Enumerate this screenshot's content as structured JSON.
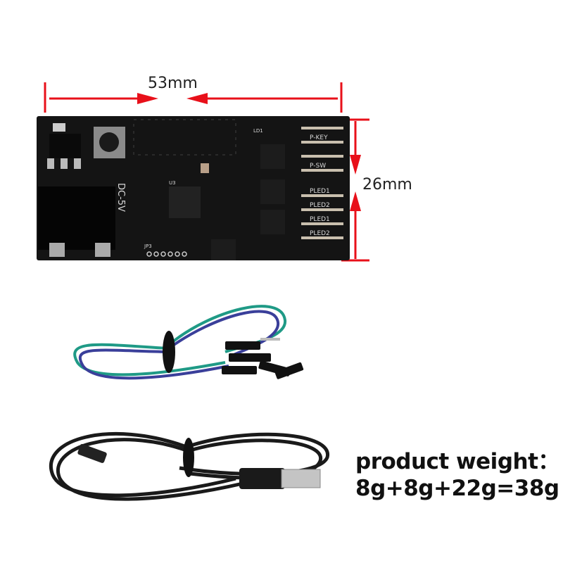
{
  "dimensions": {
    "width_label": "53mm",
    "height_label": "26mm",
    "arrow_color": "#e8101a"
  },
  "board": {
    "color": "#111111",
    "silkscreen": {
      "power": "DC-5V",
      "header_labels": [
        "P-KEY",
        "P-SW",
        "PLED1",
        "PLED2",
        "PLED1",
        "PLED2"
      ],
      "chip": "U3",
      "jumper": "JP3",
      "led": "LD1"
    }
  },
  "cables": {
    "dupont_colors": [
      "#1f9a86",
      "#3a3f9a",
      "#111111"
    ],
    "usb_cable_color": "#1a1a1a"
  },
  "weight": {
    "label": "product weight：",
    "value": "8g+8g+22g=38g"
  }
}
